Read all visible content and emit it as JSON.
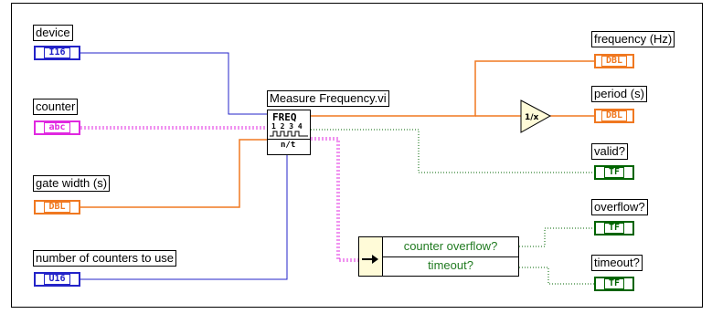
{
  "inputs": {
    "device": {
      "label": "device",
      "type": "I16"
    },
    "counter": {
      "label": "counter",
      "type": "abc"
    },
    "gate_width": {
      "label": "gate width (s)",
      "type": "DBL"
    },
    "num_counters": {
      "label": "number of counters to use",
      "type": "U16"
    }
  },
  "subvi": {
    "label": "Measure Frequency.vi",
    "icon_title": "FREQ",
    "icon_digits": "1 2 3 4",
    "icon_bottom": "n/t"
  },
  "reciprocal": {
    "symbol": "1/x"
  },
  "unbundle": {
    "rows": [
      "counter overflow?",
      "timeout?"
    ]
  },
  "outputs": {
    "frequency": {
      "label": "frequency (Hz)",
      "type": "DBL"
    },
    "period": {
      "label": "period (s)",
      "type": "DBL"
    },
    "valid": {
      "label": "valid?",
      "type": "TF"
    },
    "overflow": {
      "label": "overflow?",
      "type": "TF"
    },
    "timeout": {
      "label": "timeout?",
      "type": "TF"
    }
  },
  "colors": {
    "int_wire": "#2323c8",
    "string_wire": "#e028e0",
    "dbl_wire": "#f07820",
    "bool_wire": "#006400"
  }
}
